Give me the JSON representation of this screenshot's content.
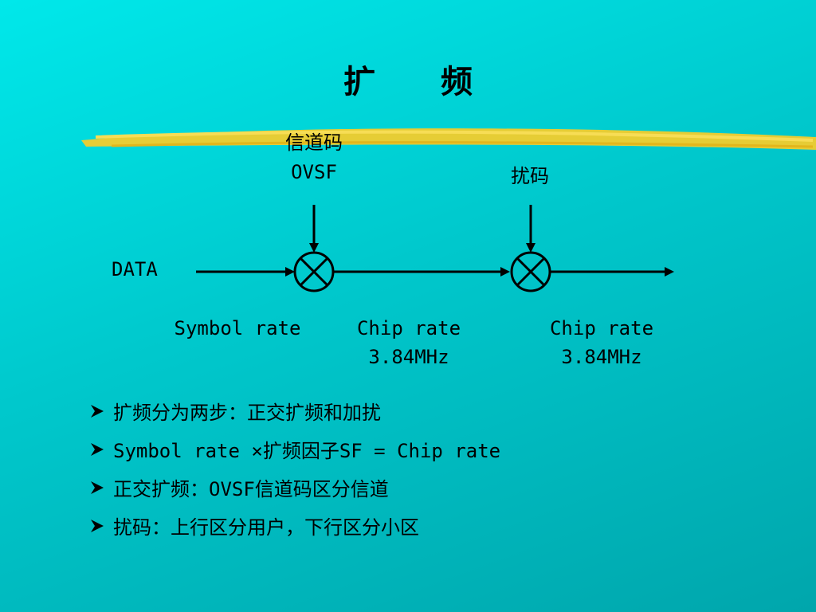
{
  "slide": {
    "title": "扩 频",
    "accent_color": "#f2cc2c",
    "background_color": "#00c8cc"
  },
  "diagram": {
    "input_label": "DATA",
    "ovsf_label_line1": "信道码",
    "ovsf_label_line2": "OVSF",
    "scrambling_label": "扰码",
    "mixer_icon": "multiply-circle-icon",
    "rate1": "Symbol rate",
    "rate2_line1": "Chip rate",
    "rate2_line2": "3.84MHz",
    "rate3_line1": "Chip rate",
    "rate3_line2": "3.84MHz"
  },
  "bullets": [
    "扩频分为两步：正交扩频和加扰",
    "Symbol rate ×扩频因子SF = Chip rate",
    "正交扩频：OVSF信道码区分信道",
    "扰码：上行区分用户，下行区分小区"
  ],
  "bullet_icon": "arrowhead-bullet-icon"
}
